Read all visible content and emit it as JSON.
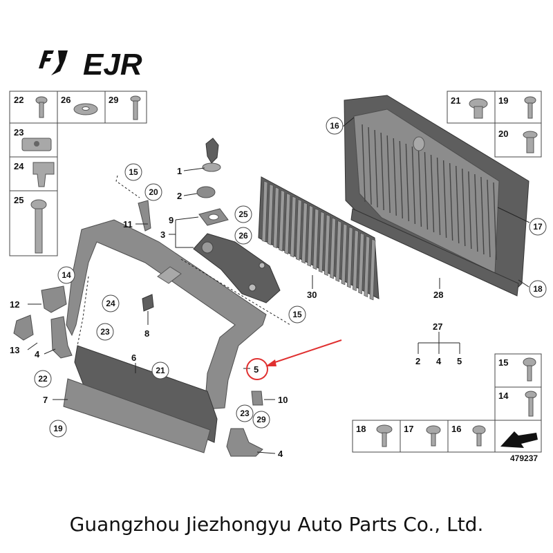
{
  "logo_text": "EJR",
  "colors": {
    "callout": "#e03030",
    "part": "#8c8c8c",
    "part_dark": "#5e5e5e",
    "line": "#222222"
  },
  "left_table": {
    "r1a": "22",
    "r1b": "26",
    "r1c": "29",
    "r2": "23",
    "r3": "24",
    "r4": "25"
  },
  "right_table_top": {
    "a": "21",
    "b": "19",
    "c": "20"
  },
  "right_table_bottom": {
    "a": "15",
    "b": "14",
    "c": "18",
    "d": "17",
    "e": "16"
  },
  "ref_number": "479237",
  "group": {
    "title": "27",
    "a": "2",
    "b": "4",
    "c": "5"
  },
  "labels": {
    "l1": "1",
    "l2": "2",
    "l3": "3",
    "l4a": "4",
    "l4b": "4",
    "l5": "5",
    "l6": "6",
    "l7": "7",
    "l8": "8",
    "l9": "9",
    "l10": "10",
    "l11": "11",
    "l12": "12",
    "l13": "13",
    "l28": "28",
    "l30": "30"
  },
  "circles": {
    "c15a": "15",
    "c20": "20",
    "c25": "25",
    "c26": "26",
    "c14": "14",
    "c24": "24",
    "c23a": "23",
    "c22": "22",
    "c21": "21",
    "c19": "19",
    "c23b": "23",
    "c29": "29",
    "c15b": "15",
    "c16": "16",
    "c17": "17",
    "c18": "18"
  },
  "footer": "Guangzhou Jiezhongyu Auto Parts Co., Ltd."
}
